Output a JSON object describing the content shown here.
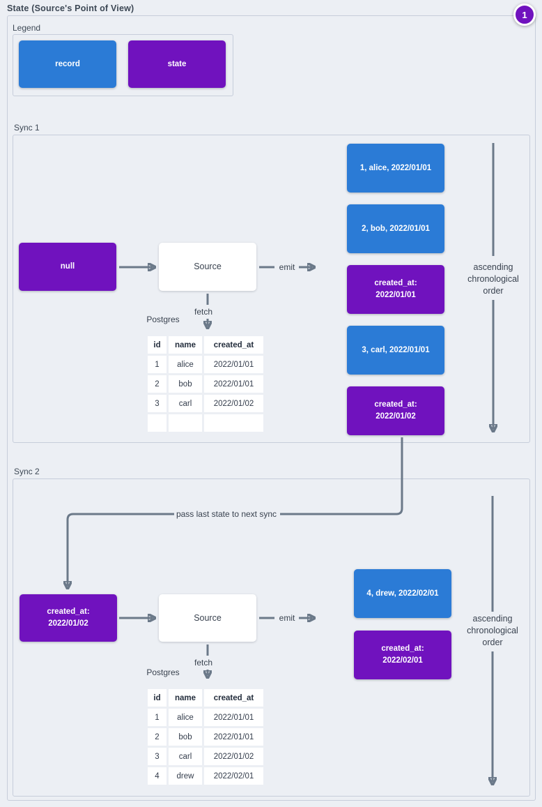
{
  "title": "State (Source's Point of View)",
  "badge": {
    "value": "1"
  },
  "colors": {
    "record": "#2b7bd6",
    "state": "#7012be",
    "arrow": "#6b7989",
    "background": "#eceff4",
    "box_border": "#c6cdda",
    "label_text": "#3d4855"
  },
  "legend": {
    "label": "Legend",
    "items": [
      {
        "type": "record",
        "label": "record"
      },
      {
        "type": "state",
        "label": "state"
      }
    ]
  },
  "sync1": {
    "label": "Sync 1",
    "input_state": "null",
    "source": "Source",
    "emit": "emit",
    "fetch": "fetch",
    "database": "Postgres",
    "table": {
      "headers": [
        "id",
        "name",
        "created_at"
      ],
      "rows": [
        [
          "1",
          "alice",
          "2022/01/01"
        ],
        [
          "2",
          "bob",
          "2022/01/01"
        ],
        [
          "3",
          "carl",
          "2022/01/02"
        ],
        [
          "",
          "",
          ""
        ]
      ]
    },
    "outputs": [
      {
        "type": "record",
        "label": "1, alice, 2022/01/01"
      },
      {
        "type": "record",
        "label": "2, bob, 2022/01/01"
      },
      {
        "type": "state",
        "label": "created_at:\n2022/01/01"
      },
      {
        "type": "record",
        "label": "3, carl, 2022/01/01"
      },
      {
        "type": "state",
        "label": "created_at:\n2022/01/02"
      }
    ],
    "order_label": "ascending\nchronological\norder"
  },
  "connector": {
    "label": "pass last state to next sync"
  },
  "sync2": {
    "label": "Sync 2",
    "input_state": "created_at:\n2022/01/02",
    "source": "Source",
    "emit": "emit",
    "fetch": "fetch",
    "database": "Postgres",
    "table": {
      "headers": [
        "id",
        "name",
        "created_at"
      ],
      "rows": [
        [
          "1",
          "alice",
          "2022/01/01"
        ],
        [
          "2",
          "bob",
          "2022/01/01"
        ],
        [
          "3",
          "carl",
          "2022/01/02"
        ],
        [
          "4",
          "drew",
          "2022/02/01"
        ]
      ]
    },
    "outputs": [
      {
        "type": "record",
        "label": "4, drew, 2022/02/01"
      },
      {
        "type": "state",
        "label": "created_at:\n2022/02/01"
      }
    ],
    "order_label": "ascending\nchronological\norder"
  }
}
